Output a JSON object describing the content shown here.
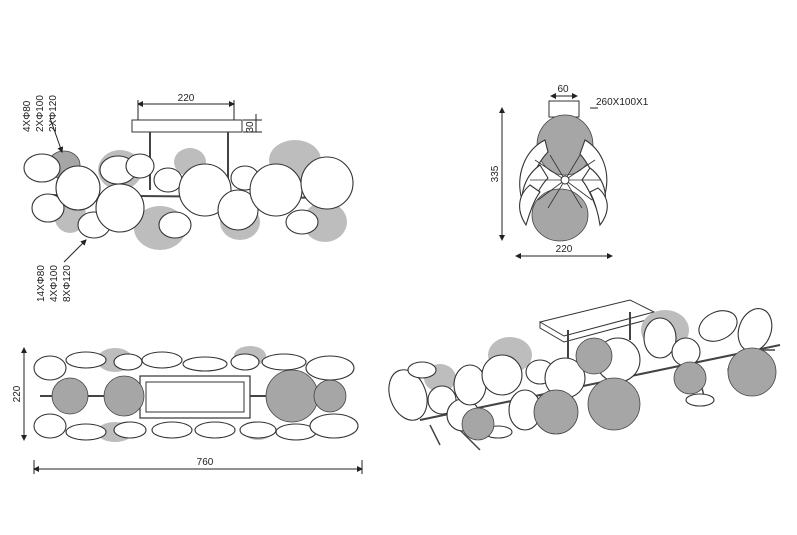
{
  "views": {
    "front": {
      "dim_width": "220",
      "dim_height": "30",
      "callout_top": [
        "4XΦ80",
        "2XΦ100",
        "2XΦ120"
      ],
      "callout_bottom": [
        "14XΦ80",
        "4XΦ100",
        "8XΦ120"
      ]
    },
    "side": {
      "dim_top": "60",
      "dim_plate": "260X100X1",
      "dim_height": "335",
      "dim_width": "220"
    },
    "top": {
      "dim_height": "220",
      "dim_length": "760"
    }
  },
  "colors": {
    "line": "#222222",
    "shade_gray": "#a6a6a6",
    "shade_white": "#ffffff"
  }
}
